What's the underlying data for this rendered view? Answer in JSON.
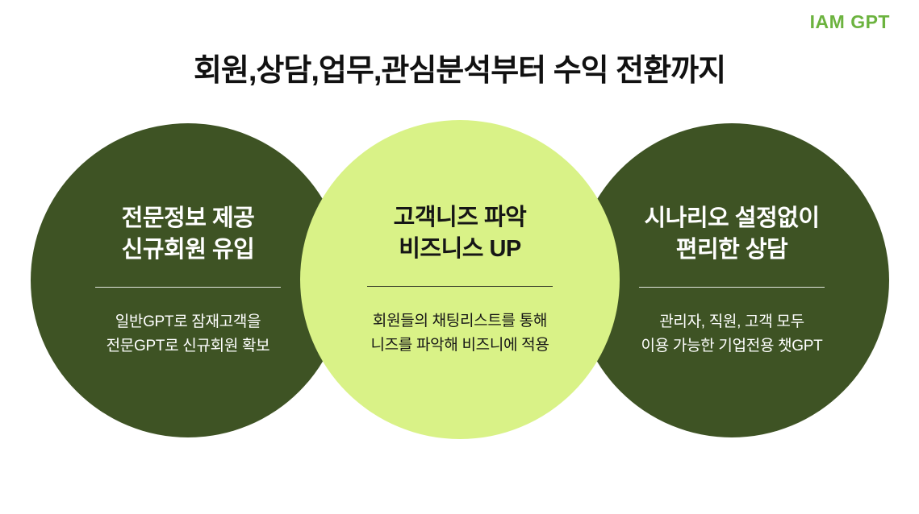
{
  "logo": {
    "text": "IAM GPT"
  },
  "header": {
    "title": "회원,상담,업무,관심분석부터 수익 전환까지"
  },
  "circles": [
    {
      "id": "new-member-inflow",
      "variant": "dark",
      "title_lines": [
        "전문정보 제공",
        "신규회원 유입"
      ],
      "body_lines": [
        "일반GPT로 잠재고객을",
        "전문GPT로 신규회원 확보"
      ]
    },
    {
      "id": "customer-needs",
      "variant": "light",
      "title_lines": [
        "고객니즈 파악",
        "비즈니스 UP"
      ],
      "body_lines": [
        "회원들의 채팅리스트를 통해",
        "니즈를 파악해 비즈니에 적용"
      ]
    },
    {
      "id": "easy-consulting",
      "variant": "dark",
      "title_lines": [
        "시나리오 설정없이",
        "편리한 상담"
      ],
      "body_lines": [
        "관리자, 직원, 고객 모두",
        "이용 가능한 기업전용 챗GPT"
      ]
    }
  ],
  "colors": {
    "brand_green": "#6cb33f",
    "dark_circle": "#3e5324",
    "light_circle": "#d9f287",
    "title_text": "#111111"
  }
}
